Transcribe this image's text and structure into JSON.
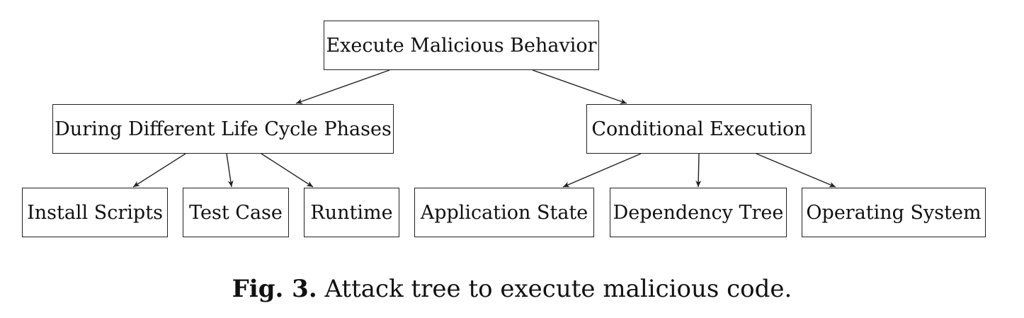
{
  "diagram": {
    "root": "Execute Malicious Behavior",
    "branches": [
      {
        "label": "During Different Life Cycle Phases",
        "children": [
          "Install Scripts",
          "Test Case",
          "Runtime"
        ]
      },
      {
        "label": "Conditional Execution",
        "children": [
          "Application State",
          "Dependency Tree",
          "Operating System"
        ]
      }
    ]
  },
  "caption": {
    "label": "Fig. 3.",
    "text": "Attack tree to execute malicious code."
  }
}
